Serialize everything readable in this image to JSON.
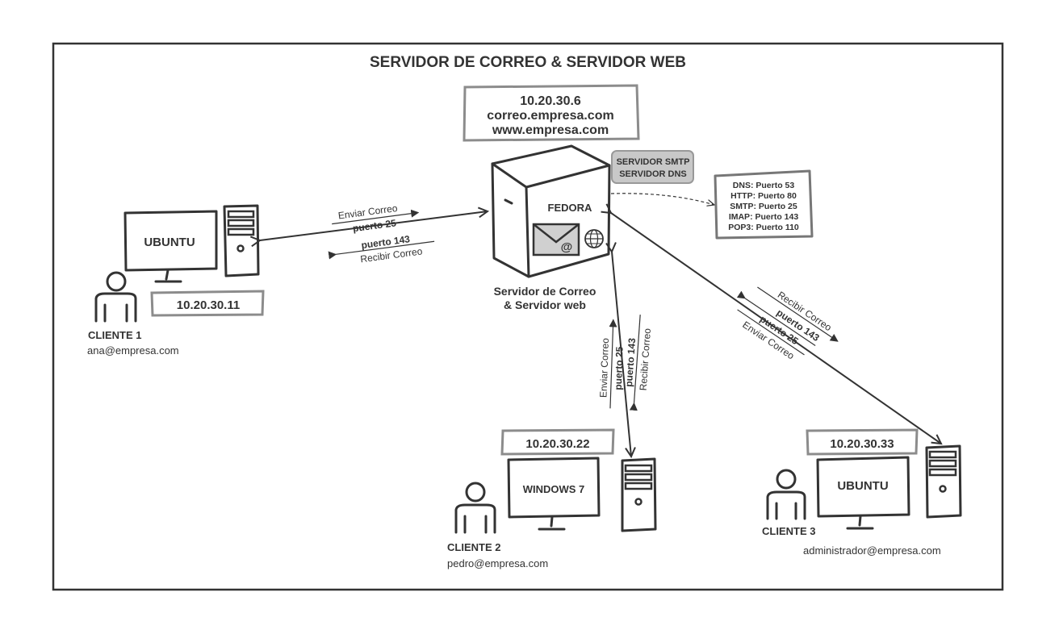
{
  "title": "SERVIDOR DE CORREO & SERVIDOR WEB",
  "server": {
    "ip": "10.20.30.6",
    "mail_host": "correo.empresa.com",
    "web_host": "www.empresa.com",
    "os": "FEDORA",
    "badge_line1": "SERVIDOR SMTP",
    "badge_line2": "SERVIDOR DNS",
    "caption_line1": "Servidor de Correo",
    "caption_line2": "& Servidor web"
  },
  "ports": [
    "DNS: Puerto 53",
    "HTTP: Puerto 80",
    "SMTP: Puerto 25",
    "IMAP: Puerto 143",
    "POP3: Puerto 110"
  ],
  "link_labels": {
    "send": "Enviar Correo",
    "receive": "Recibir Correo",
    "port25": "puerto 25",
    "port143": "puerto 143"
  },
  "clients": [
    {
      "label": "CLIENTE 1",
      "email": "ana@empresa.com",
      "ip": "10.20.30.11",
      "os": "UBUNTU"
    },
    {
      "label": "CLIENTE 2",
      "email": "pedro@empresa.com",
      "ip": "10.20.30.22",
      "os": "WINDOWS 7"
    },
    {
      "label": "CLIENTE 3",
      "email": "administrador@empresa.com",
      "ip": "10.20.30.33",
      "os": "UBUNTU"
    }
  ],
  "colors": {
    "ink": "#333333",
    "badge": "#c8c8c8",
    "frame": "#8c8c8c"
  }
}
